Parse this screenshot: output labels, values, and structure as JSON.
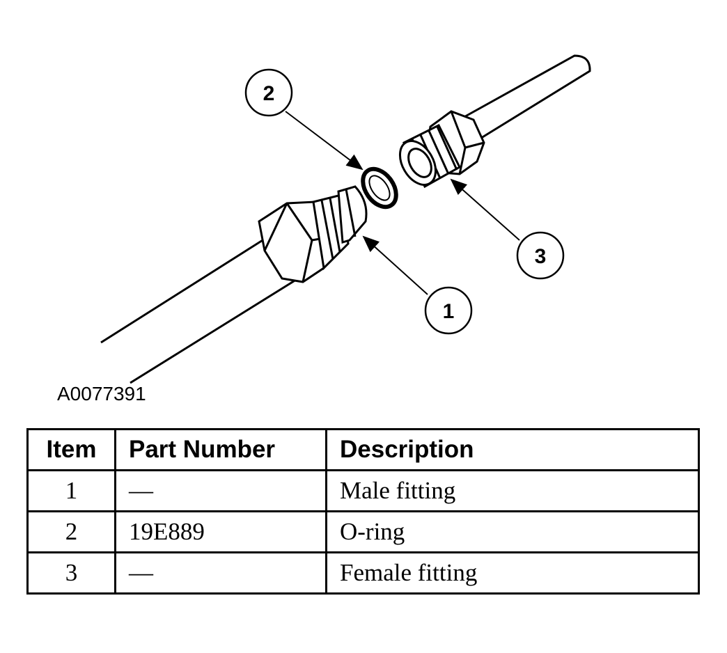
{
  "figure": {
    "code": "A0077391",
    "callouts": [
      {
        "number": "1",
        "target": "male-fitting"
      },
      {
        "number": "2",
        "target": "o-ring"
      },
      {
        "number": "3",
        "target": "female-fitting"
      }
    ]
  },
  "table": {
    "headers": {
      "item": "Item",
      "part_number": "Part Number",
      "description": "Description"
    },
    "rows": [
      {
        "item": "1",
        "part_number": "—",
        "description": "Male fitting"
      },
      {
        "item": "2",
        "part_number": "19E889",
        "description": "O-ring"
      },
      {
        "item": "3",
        "part_number": "—",
        "description": "Female fitting"
      }
    ]
  }
}
